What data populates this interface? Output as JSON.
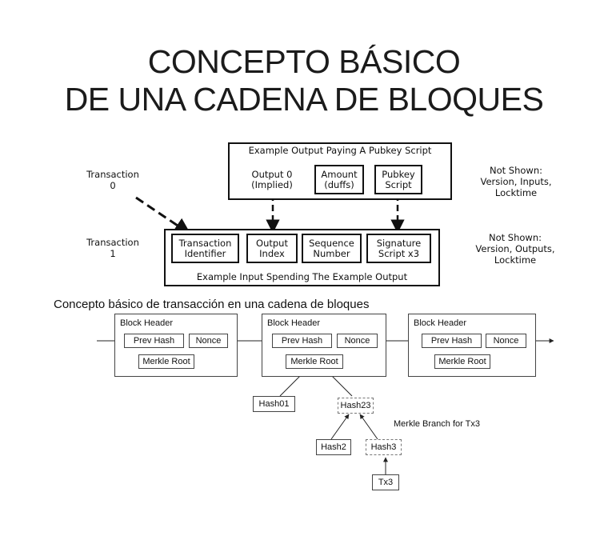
{
  "title": {
    "line1": "CONCEPTO BÁSICO",
    "line2": "DE UNA CADENA DE BLOQUES"
  },
  "tx_diagram": {
    "output_box_title": "Example Output Paying A Pubkey Script",
    "output_fields": {
      "output0": "Output 0\n(Implied)",
      "amount": "Amount\n(duffs)",
      "pubkey": "Pubkey\nScript"
    },
    "input_box_title": "Example Input Spending The Example Output",
    "input_fields": {
      "txid": "Transaction\nIdentifier",
      "output_index": "Output\nIndex",
      "sequence": "Sequence\nNumber",
      "signature": "Signature\nScript x3"
    },
    "tx0_label": "Transaction\n0",
    "tx1_label": "Transaction\n1",
    "not_shown_top": "Not Shown:\nVersion, Inputs,\nLocktime",
    "not_shown_bottom": "Not Shown:\nVersion, Outputs,\nLocktime"
  },
  "caption": "Concepto básico de transacción en una cadena de bloques",
  "block_diagram": {
    "blocks": [
      {
        "header": "Block Header",
        "prev_hash": "Prev Hash",
        "nonce": "Nonce",
        "merkle_root": "Merkle Root"
      },
      {
        "header": "Block Header",
        "prev_hash": "Prev Hash",
        "nonce": "Nonce",
        "merkle_root": "Merkle Root"
      },
      {
        "header": "Block Header",
        "prev_hash": "Prev Hash",
        "nonce": "Nonce",
        "merkle_root": "Merkle Root"
      }
    ],
    "merkle": {
      "hash01": "Hash01",
      "hash23": "Hash23",
      "hash2": "Hash2",
      "hash3": "Hash3",
      "tx3": "Tx3",
      "branch_label": "Merkle Branch for Tx3"
    }
  }
}
